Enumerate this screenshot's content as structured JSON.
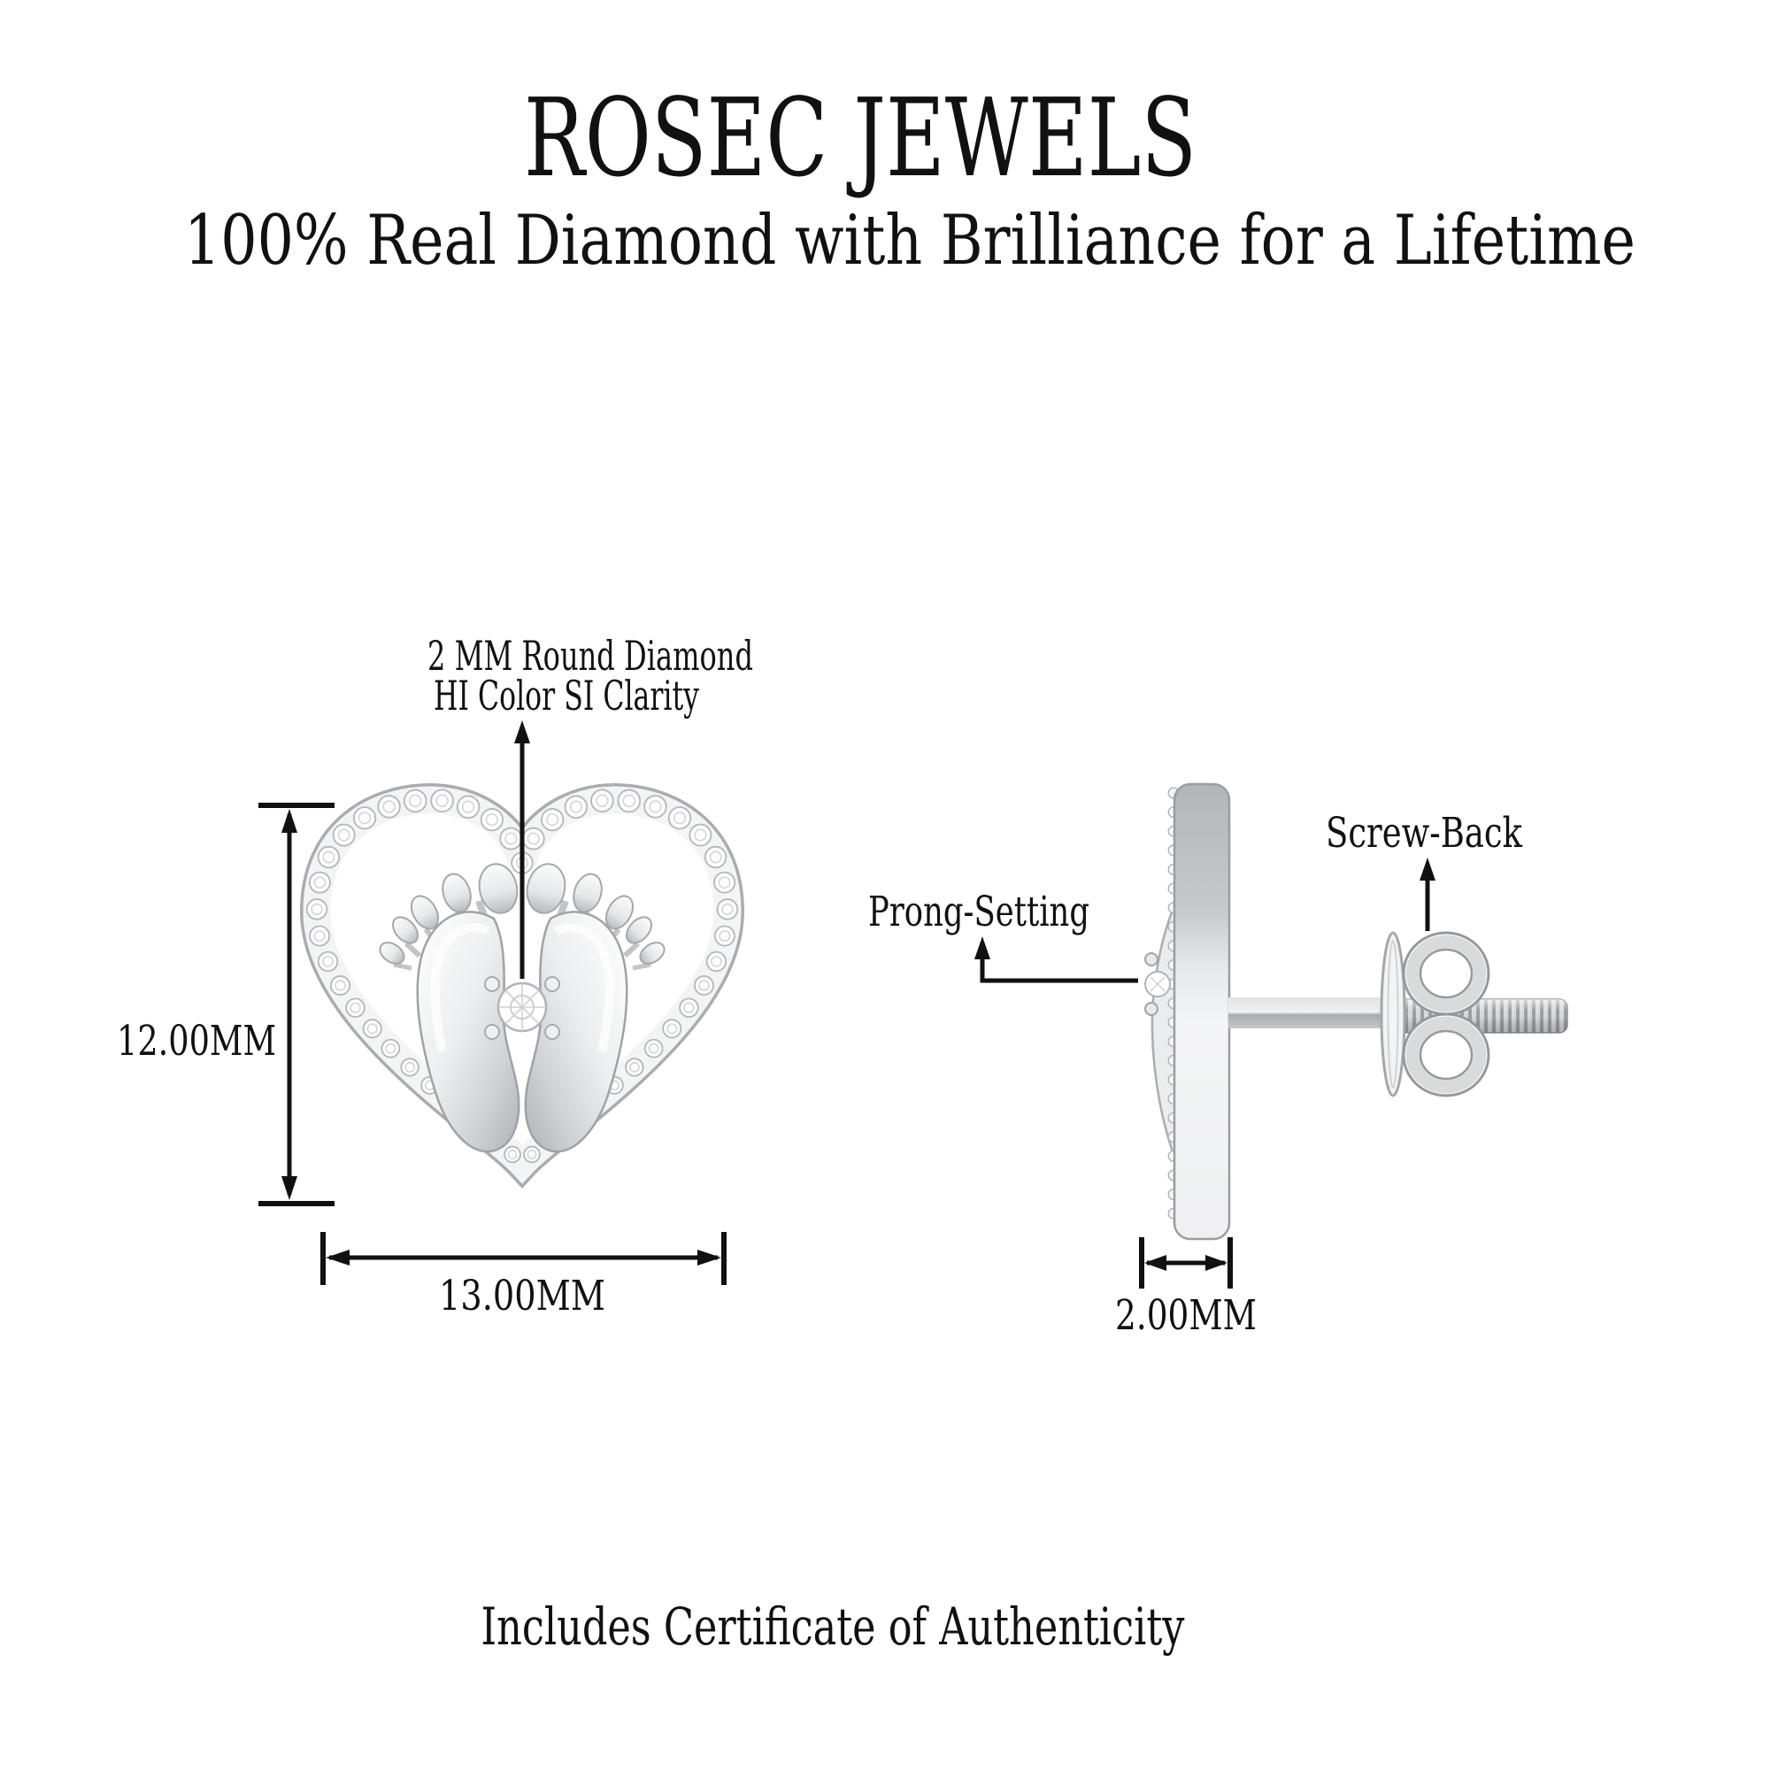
{
  "page": {
    "brand": "ROSEC JEWELS",
    "tagline": "100% Real Diamond with Brilliance for a Lifetime",
    "footer_note": "Includes Certificate of Authenticity"
  },
  "front_view": {
    "callout_line1": "2 MM Round Diamond",
    "callout_line2": "HI Color SI Clarity",
    "height_label": "12.00MM",
    "width_label": "13.00MM"
  },
  "side_view": {
    "prong_label": "Prong-Setting",
    "screw_label": "Screw-Back",
    "thickness_label": "2.00MM"
  },
  "colors": {
    "ink": "#111111",
    "background": "#ffffff",
    "metal_light": "#f2f3f4",
    "metal_mid": "#c9ccd0",
    "metal_dark": "#9a9da1"
  }
}
